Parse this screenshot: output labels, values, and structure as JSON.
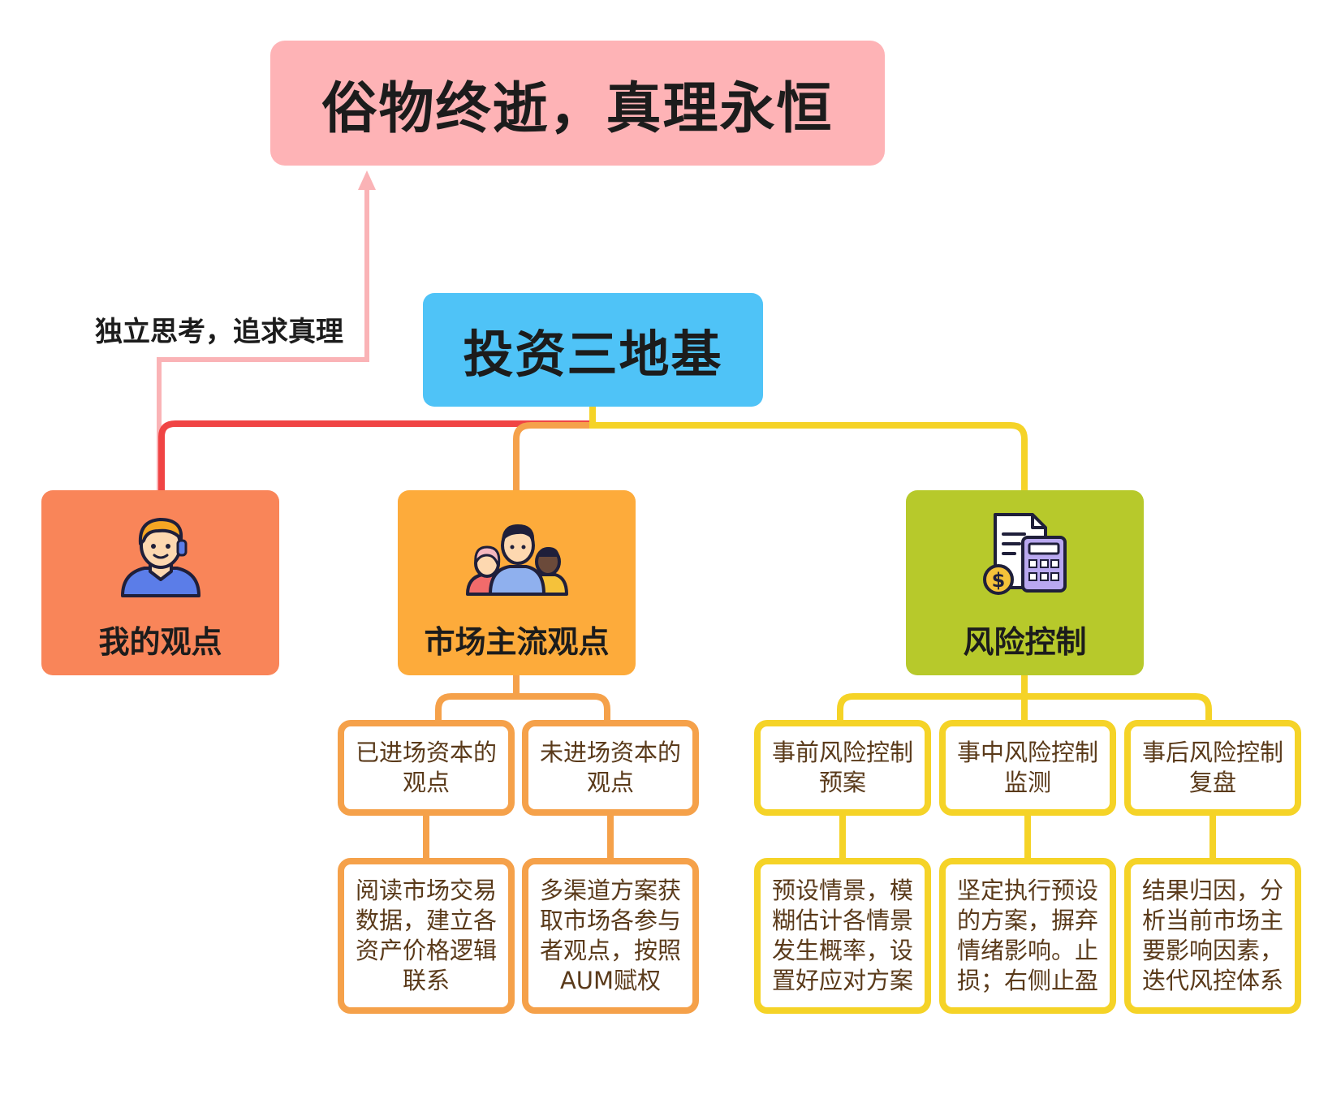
{
  "truth": {
    "text": "俗物终逝，真理永恒"
  },
  "root": {
    "text": "投资三地基"
  },
  "edge_label": "独立思考，追求真理",
  "branches": {
    "my": {
      "label": "我的观点",
      "icon": "person-headset-icon",
      "color": "#f98559"
    },
    "market": {
      "label": "市场主流观点",
      "icon": "group-people-icon",
      "color": "#fdab3b"
    },
    "risk": {
      "label": "风险控制",
      "icon": "calculator-document-icon",
      "color": "#b7c92b"
    }
  },
  "market_children": [
    {
      "title": "已进场资本的观点",
      "detail": "阅读市场交易数据，建立各资产价格逻辑联系"
    },
    {
      "title": "未进场资本的观点",
      "detail": "多渠道方案获取市场各参与者观点，按照AUM赋权"
    }
  ],
  "risk_children": [
    {
      "title": "事前风险控制预案",
      "detail": "预设情景，模糊估计各情景发生概率，设置好应对方案"
    },
    {
      "title": "事中风险控制监测",
      "detail": "坚定执行预设的方案，摒弃情绪影响。止损；右侧止盈"
    },
    {
      "title": "事后风险控制复盘",
      "detail": "结果归因，分析当前市场主要影响因素，迭代风控体系"
    }
  ],
  "colors": {
    "truth_bg": "#feb3b6",
    "root_bg": "#4fc3f7",
    "link_red": "#f04444",
    "link_orange": "#f5a14a",
    "link_yellow": "#f5d327",
    "link_pink": "#fab3b6"
  }
}
